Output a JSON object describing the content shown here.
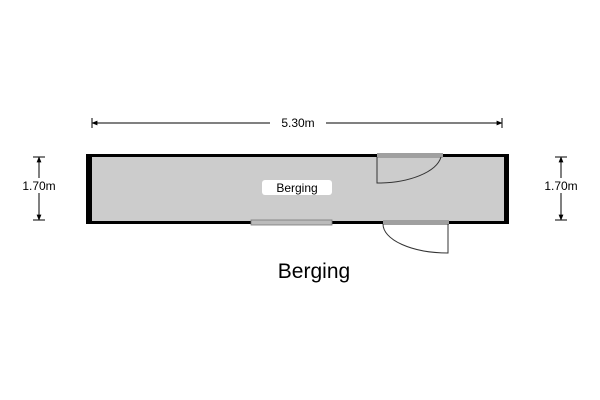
{
  "plan": {
    "room_label": "Berging",
    "title": "Berging",
    "dimension_width": "5.30m",
    "dimension_height_left": "1.70m",
    "dimension_height_right": "1.70m"
  },
  "colors": {
    "floor": "#cccccc",
    "wall": "#000000",
    "opening": "#a0a0a0"
  }
}
